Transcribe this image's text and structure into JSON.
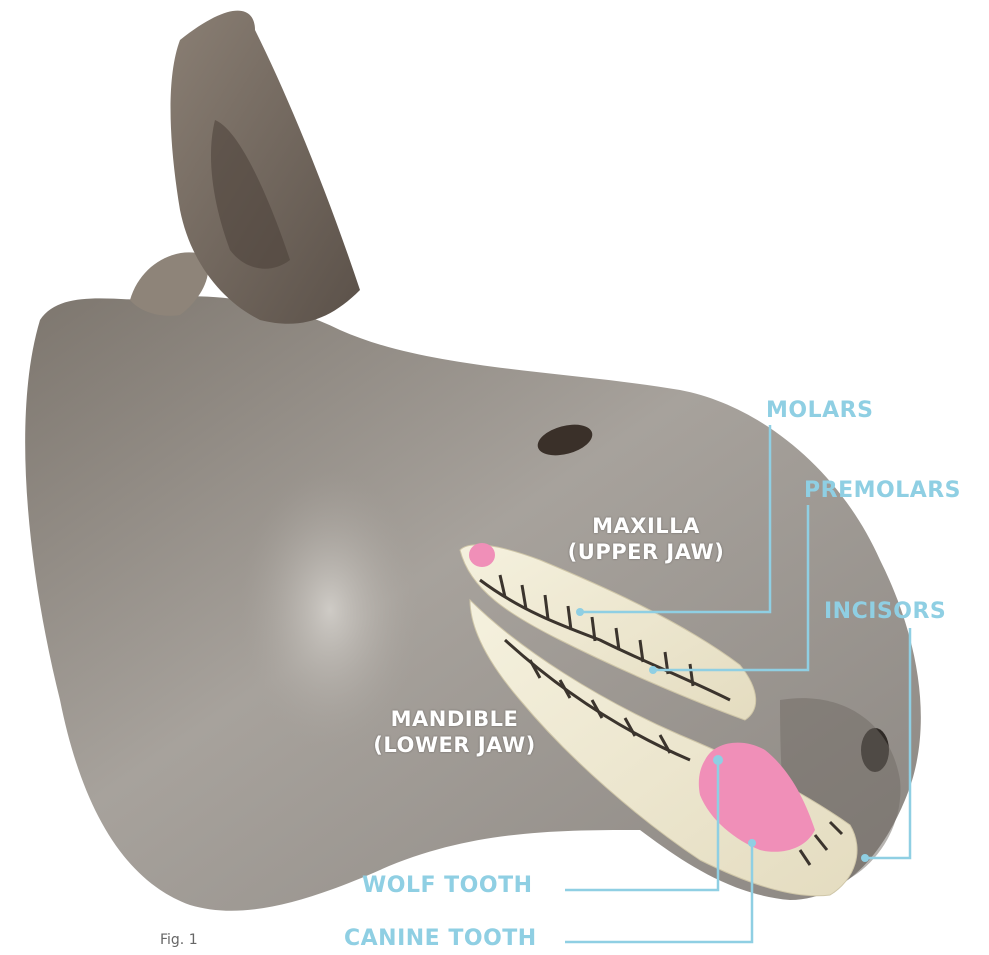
{
  "labels": {
    "molars": "MOLARS",
    "premolars": "PREMOLARS",
    "incisors": "INCISORS",
    "maxilla_line1": "MAXILLA",
    "maxilla_line2": "(UPPER JAW)",
    "mandible_line1": "MANDIBLE",
    "mandible_line2": "(LOWER JAW)",
    "wolf_tooth": "WOLF TOOTH",
    "canine_tooth": "CANINE TOOTH"
  },
  "figure_caption": "Fig. 1",
  "colors": {
    "label_blue": "#8fcfe3",
    "leader_line": "#8fcfe3",
    "highlight_pink": "#f08fb8",
    "coat_grey": "#9a9590",
    "teeth_cream": "#f1ecd6"
  }
}
